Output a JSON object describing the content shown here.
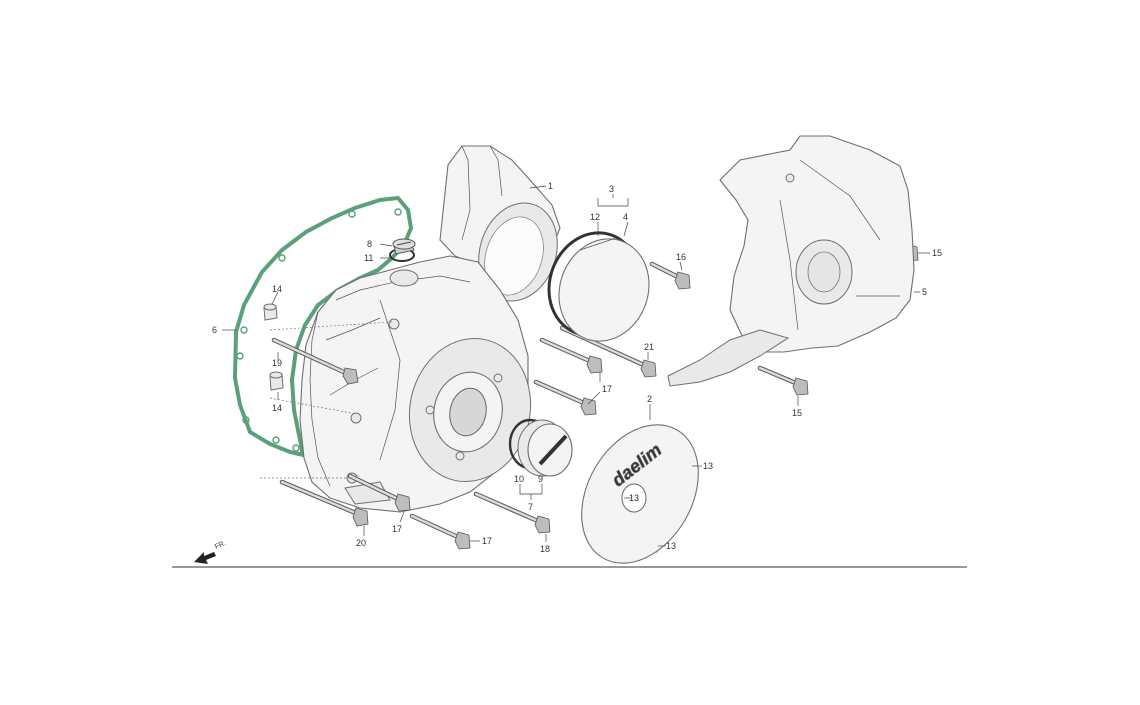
{
  "diagram": {
    "brand_text": "daelim",
    "direction_label": "FR.",
    "callouts": [
      {
        "id": "c1",
        "text": "1"
      },
      {
        "id": "c2",
        "text": "2"
      },
      {
        "id": "c3",
        "text": "3"
      },
      {
        "id": "c4",
        "text": "4"
      },
      {
        "id": "c5",
        "text": "5"
      },
      {
        "id": "c6",
        "text": "6"
      },
      {
        "id": "c7",
        "text": "7"
      },
      {
        "id": "c8",
        "text": "8"
      },
      {
        "id": "c9",
        "text": "9"
      },
      {
        "id": "c10",
        "text": "10"
      },
      {
        "id": "c11",
        "text": "11"
      },
      {
        "id": "c12",
        "text": "12"
      },
      {
        "id": "c13a",
        "text": "13"
      },
      {
        "id": "c13b",
        "text": "13"
      },
      {
        "id": "c13c",
        "text": "13"
      },
      {
        "id": "c14a",
        "text": "14"
      },
      {
        "id": "c14b",
        "text": "14"
      },
      {
        "id": "c15a",
        "text": "15"
      },
      {
        "id": "c15b",
        "text": "15"
      },
      {
        "id": "c16",
        "text": "16"
      },
      {
        "id": "c17a",
        "text": "17"
      },
      {
        "id": "c17b",
        "text": "17"
      },
      {
        "id": "c17c",
        "text": "17"
      },
      {
        "id": "c18",
        "text": "18"
      },
      {
        "id": "c19",
        "text": "19"
      },
      {
        "id": "c20",
        "text": "20"
      },
      {
        "id": "c21",
        "text": "21"
      }
    ],
    "colors": {
      "gasket": "#5aa07a",
      "line": "#6f6f6f",
      "fill": "#f4f4f4"
    }
  }
}
